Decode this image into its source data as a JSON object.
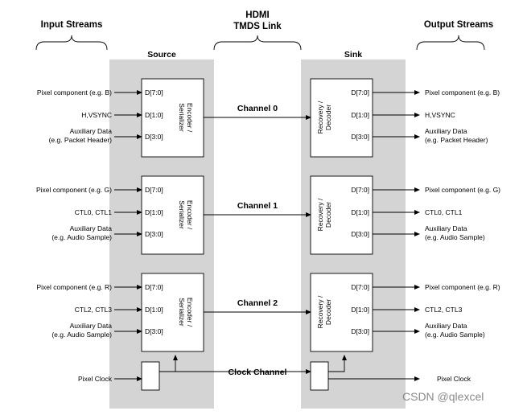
{
  "headers": {
    "input": "Input Streams",
    "link_line1": "HDMI",
    "link_line2": "TMDS Link",
    "output": "Output Streams",
    "source": "Source",
    "sink": "Sink"
  },
  "channels": [
    {
      "name": "Channel 0",
      "in": {
        "pixel": "Pixel component (e.g. B)",
        "ctl": "H,VSYNC",
        "aux1": "Auxiliary Data",
        "aux2": "(e.g. Packet Header)"
      },
      "out": {
        "pixel": "Pixel component (e.g. B)",
        "ctl": "H,VSYNC",
        "aux1": "Auxiliary Data",
        "aux2": "(e.g. Packet Header)"
      }
    },
    {
      "name": "Channel 1",
      "in": {
        "pixel": "Pixel component (e.g. G)",
        "ctl": "CTL0, CTL1",
        "aux1": "Auxiliary Data",
        "aux2": "(e.g. Audio Sample)"
      },
      "out": {
        "pixel": "Pixel component (e.g. G)",
        "ctl": "CTL0, CTL1",
        "aux1": "Auxiliary Data",
        "aux2": "(e.g. Audio Sample)"
      }
    },
    {
      "name": "Channel 2",
      "in": {
        "pixel": "Pixel component (e.g. R)",
        "ctl": "CTL2, CTL3",
        "aux1": "Auxiliary Data",
        "aux2": "(e.g. Audio Sample)"
      },
      "out": {
        "pixel": "Pixel component (e.g. R)",
        "ctl": "CTL2, CTL3",
        "aux1": "Auxiliary Data",
        "aux2": "(e.g. Audio Sample)"
      }
    }
  ],
  "pins": {
    "d7": "D[7:0]",
    "d1": "D[1:0]",
    "d3": "D[3:0]"
  },
  "encoder": {
    "line1": "Encoder /",
    "line2": "Serializer"
  },
  "decoder": {
    "line1": "Recovery /",
    "line2": "Decoder"
  },
  "clock": {
    "in": "Pixel Clock",
    "out": "Pixel Clock",
    "channel": "Clock Channel"
  },
  "watermark": "CSDN @qlexcel",
  "colors": {
    "panel": "#d4d4d4",
    "box": "#ffffff",
    "line": "#000000",
    "watermark": "#8a8a8a"
  }
}
